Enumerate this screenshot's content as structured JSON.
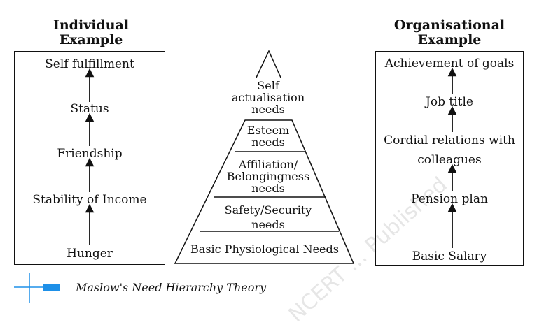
{
  "individual": {
    "heading_line1": "Individual",
    "heading_line2": "Example",
    "levels": [
      "Self fulfillment",
      "Status",
      "Friendship",
      "Stability of Income",
      "Hunger"
    ]
  },
  "pyramid": {
    "top_line1": "Self",
    "top_line2": "actualisation",
    "top_line3": "needs",
    "esteem_line1": "Esteem",
    "esteem_line2": "needs",
    "affil_line1": "Affiliation/",
    "affil_line2": "Belongingness",
    "affil_line3": "needs",
    "safety_line1": "Safety/Security",
    "safety_line2": "needs",
    "basic": "Basic Physiological Needs"
  },
  "organisational": {
    "heading_line1": "Organisational",
    "heading_line2": "Example",
    "levels": [
      "Achievement of goals",
      "Job title",
      "Cordial relations with",
      "colleagues",
      "Pension plan",
      "Basic Salary"
    ]
  },
  "caption": "Maslow's Need Hierarchy Theory",
  "watermark": "NCERT ... Published",
  "colors": {
    "accent": "#1e90e8",
    "ink": "#111111"
  }
}
